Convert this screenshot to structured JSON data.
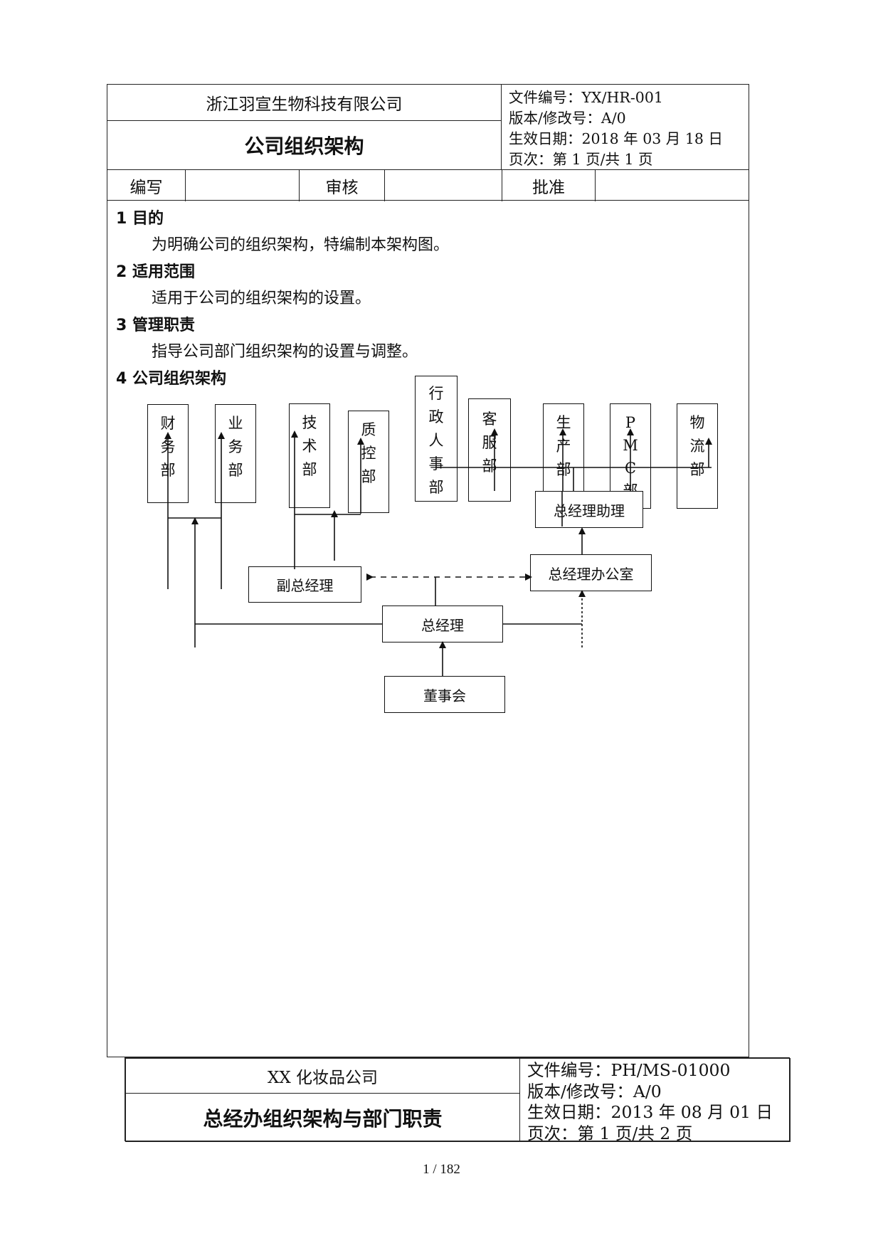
{
  "header": {
    "company": "浙江羽宣生物科技有限公司",
    "title": "公司组织架构",
    "doc_no": "文件编号：YX/HR-001",
    "version": "版本/修改号：A/0",
    "effective": "生效日期：2018 年 03 月 18 日",
    "pages": "页次：第 1 页/共 1 页",
    "sign": {
      "write": "编写",
      "review": "审核",
      "approve": "批准"
    }
  },
  "sections": [
    {
      "heading": "1 目的",
      "text": "为明确公司的组织架构，特编制本架构图。"
    },
    {
      "heading": "2 适用范围",
      "text": "适用于公司的组织架构的设置。"
    },
    {
      "heading": "3 管理职责",
      "text": "指导公司部门组织架构的设置与调整。"
    },
    {
      "heading": "4 公司组织架构",
      "text": ""
    }
  ],
  "org": {
    "departments": [
      {
        "id": "finance",
        "chars": [
          "财",
          "务",
          "部"
        ]
      },
      {
        "id": "business",
        "chars": [
          "业",
          "务",
          "部"
        ]
      },
      {
        "id": "tech",
        "chars": [
          "技",
          "术",
          "部"
        ]
      },
      {
        "id": "qc",
        "chars": [
          "质",
          "控",
          "部"
        ]
      },
      {
        "id": "admin-hr",
        "chars": [
          "行",
          "政",
          "人",
          "事",
          "部"
        ]
      },
      {
        "id": "customer-service",
        "chars": [
          "客",
          "服",
          "部"
        ]
      },
      {
        "id": "production",
        "chars": [
          "生",
          "产",
          "部"
        ]
      },
      {
        "id": "pmc",
        "chars": [
          "P",
          "M",
          "C",
          "部"
        ]
      },
      {
        "id": "logistics",
        "chars": [
          "物",
          "流",
          "部"
        ]
      }
    ],
    "gm_assistant": "总经理助理",
    "gm_office": "总经理办公室",
    "deputy_gm": "副总经理",
    "gm": "总经理",
    "board": "董事会"
  },
  "header2": {
    "company": "XX 化妆品公司",
    "title": "总经办组织架构与部门职责",
    "doc_no": "文件编号：PH/MS-01000",
    "version": "版本/修改号：A/0",
    "effective": "生效日期：2013 年 08 月 01 日",
    "pages": "页次：第 1 页/共 2 页"
  },
  "pager": "1 / 182"
}
